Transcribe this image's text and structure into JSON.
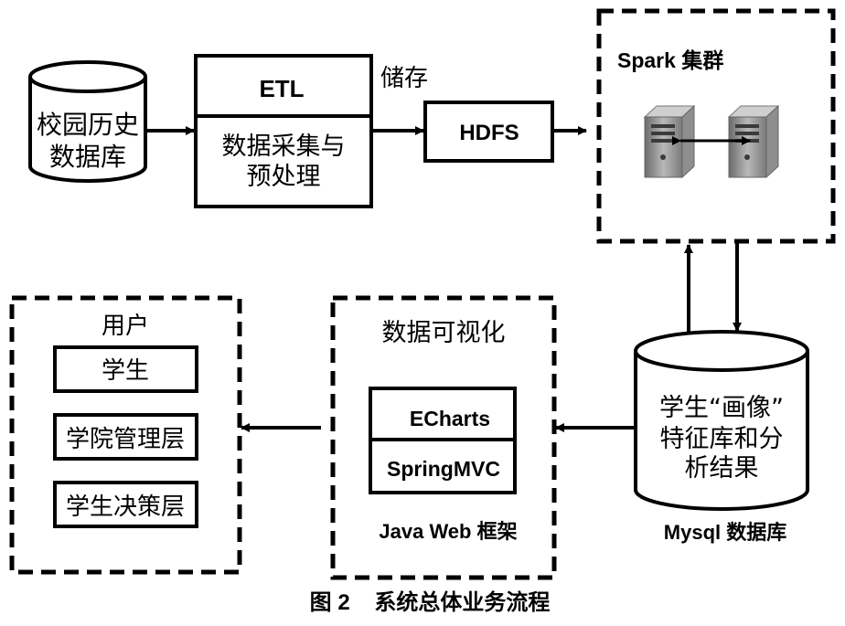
{
  "campus_db": {
    "line1": "校园历史",
    "line2": "数据库"
  },
  "etl": {
    "title": "ETL",
    "line1": "数据采集与",
    "line2": "预处理"
  },
  "store_label": "储存",
  "hdfs": {
    "label": "HDFS"
  },
  "spark": {
    "title": "Spark 集群"
  },
  "mysql": {
    "line1": "学生“画像”",
    "line2": "特征库和分",
    "line3": "析结果",
    "caption": "Mysql 数据库"
  },
  "javaweb": {
    "title": "数据可视化",
    "echarts": "ECharts",
    "springmvc": "SpringMVC",
    "caption": "Java Web 框架"
  },
  "users": {
    "title": "用户",
    "items": [
      "学生",
      "学院管理层",
      "学生决策层"
    ]
  },
  "figure_caption": "图 2    系统总体业务流程",
  "icons": {
    "server": "server-icon"
  }
}
